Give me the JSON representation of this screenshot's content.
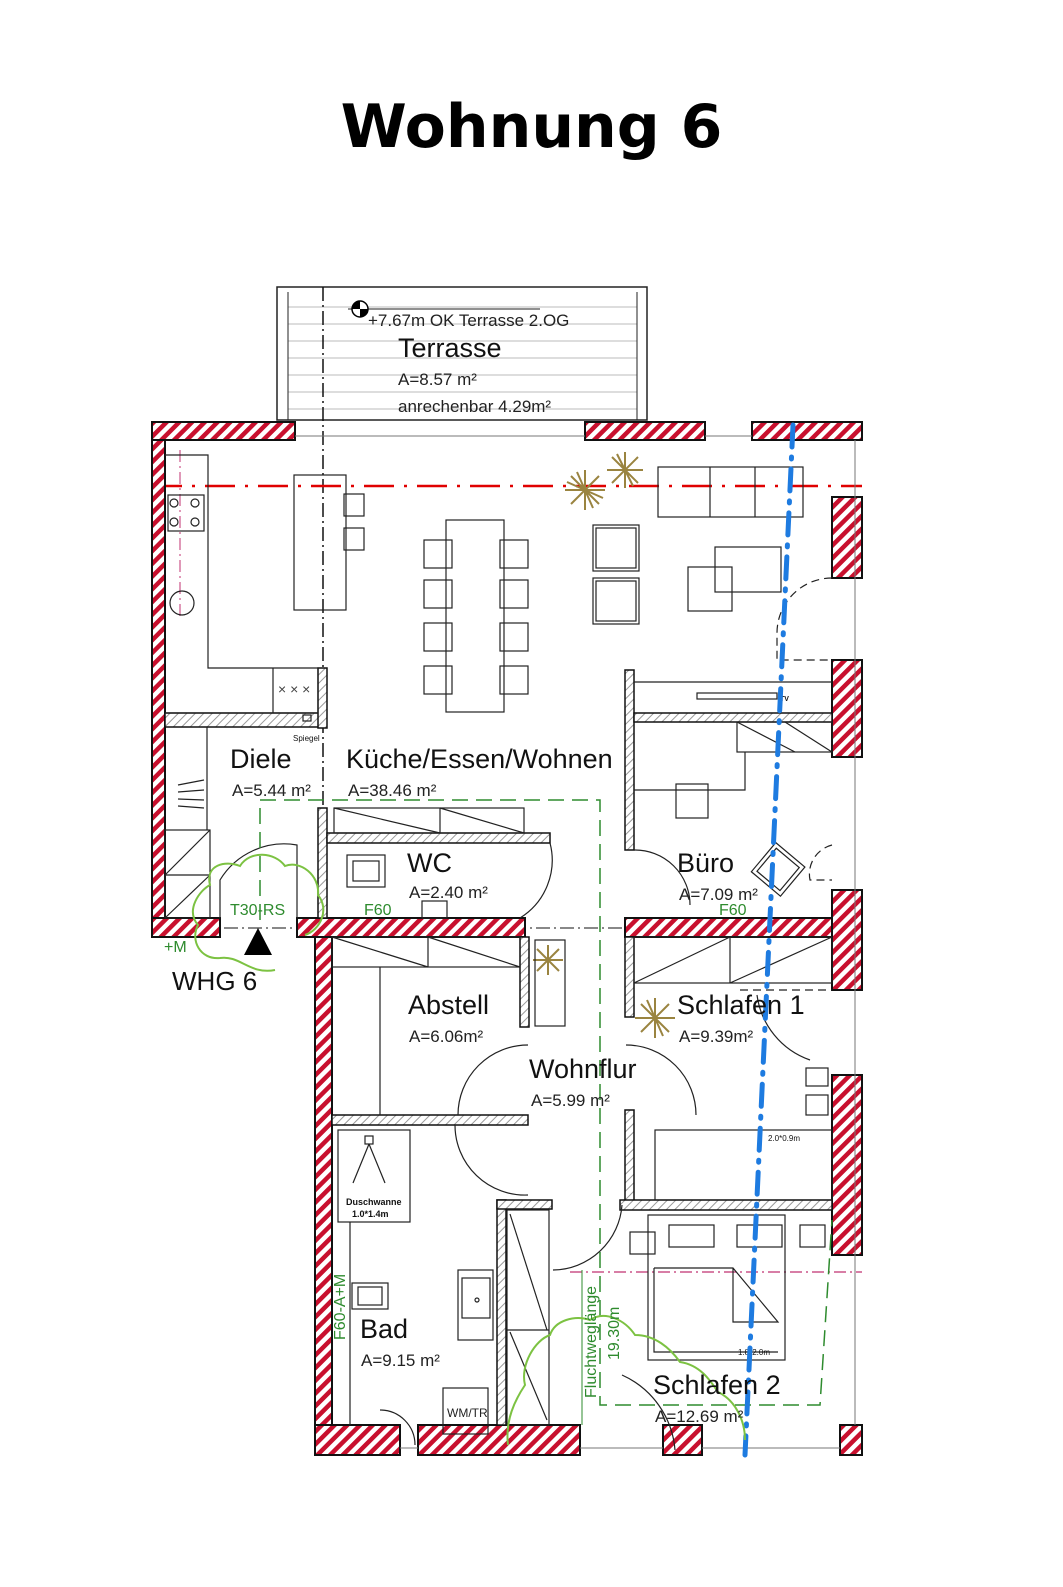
{
  "title": "Wohnung 6",
  "terrace": {
    "level": "+7.67m OK Terrasse 2.OG",
    "name": "Terrasse",
    "area": "A=8.57 m²",
    "creditable": "anrechenbar 4.29m²"
  },
  "rooms": [
    {
      "name": "Diele",
      "area": "A=5.44 m²"
    },
    {
      "name": "Küche/Essen/Wohnen",
      "area": "A=38.46 m²"
    },
    {
      "name": "WC",
      "area": "A=2.40 m²"
    },
    {
      "name": "Büro",
      "area": "A=7.09 m²"
    },
    {
      "name": "Abstell",
      "area": "A=6.06m²"
    },
    {
      "name": "Schlafen 1",
      "area": "A=9.39m²"
    },
    {
      "name": "Wohnflur",
      "area": "A=5.99 m²"
    },
    {
      "name": "Bad",
      "area": "A=9.15 m²"
    },
    {
      "name": "Schlafen 2",
      "area": "A=12.69 m²"
    }
  ],
  "annotations": {
    "entrance": "WHG 6",
    "plus_m": "+M",
    "door_rating": "T30-RS",
    "f60": "F60",
    "f60_wc": "F60",
    "f60_buero": "F60",
    "bad_wall": "F60-A+M",
    "escape_label": "Fluchtweglänge",
    "escape_length": "19.30m",
    "mirror": "Spiegel",
    "tv": "TV",
    "shower": "Duschwanne",
    "shower_size": "1.0*1.4m",
    "washer": "WM/TR",
    "bed1_size": "2.0*0.9m",
    "bed2_size": "1.8*2.0m"
  },
  "colors": {
    "wall_hatch": "#c8102e",
    "escape_route": "#1e7be0",
    "fire_zone": "#2e8b2e",
    "cloud": "#7cc242",
    "axis_line": "#e00000",
    "plant": "#9a8440"
  }
}
